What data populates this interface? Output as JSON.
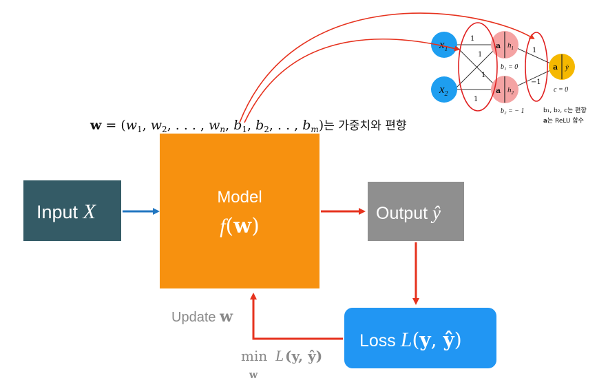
{
  "weights_caption": {
    "bold_w": "w",
    "equals": " = (",
    "w1": "w",
    "s1": "1",
    "comma1": ", ",
    "w2": "w",
    "s2": "2",
    "comma2": ", . . . , ",
    "wn": "w",
    "sn": "n",
    "comma3": ", ",
    "b1": "b",
    "sb1": "1",
    "comma4": ", ",
    "b2": "b",
    "sb2": "2",
    "comma5": ", . . , ",
    "bm": "b",
    "sbm": "m",
    "close": ")",
    "suffix": "는 가중치와 편향"
  },
  "input_box": {
    "label": "Input",
    "var": "X",
    "color": "#345b66"
  },
  "model_box": {
    "label": "Model",
    "func": "f",
    "open": "(",
    "w": "w",
    "close": ")",
    "color": "#f7910f"
  },
  "output_box": {
    "label": "Output",
    "var": "ŷ",
    "color": "#8f8f8f"
  },
  "loss_box": {
    "label": "Loss",
    "L": "L",
    "open": "(",
    "y": "y",
    "comma": ", ",
    "yhat": "ŷ",
    "close": ")",
    "color": "#2196f3"
  },
  "update_label": {
    "text": "Update",
    "w": "w"
  },
  "min_label": {
    "min": "min",
    "L": "L",
    "args": "(y, ŷ)",
    "sub": "w"
  },
  "network": {
    "x1_label": "x",
    "x1_sub": "1",
    "x2_label": "x",
    "x2_sub": "2",
    "h1_a": "a",
    "h1_label": "h",
    "h1_sub": "1",
    "h2_a": "a",
    "h2_label": "h",
    "h2_sub": "2",
    "out_a": "a",
    "out_label": "ŷ",
    "w_x1h1": "1",
    "w_x1h2": "1",
    "w_x2h1": "1",
    "w_x2h2": "1",
    "w_h1y": "1",
    "w_h2y": "−1",
    "b1_text": "b₁ = 0",
    "b2_text": "b₂ = − 1",
    "c_text": "c = 0",
    "note1": "b₁, b₂, c는 편향",
    "note2_a": "a",
    "note2_rest": "는 ReLU 함수"
  },
  "colors": {
    "arrow_blue": "#2176c0",
    "arrow_red": "#e6321e",
    "input_node": "#1e9ef0",
    "hidden_node": "#f4a3a3",
    "output_node": "#f5b800",
    "ellipse": "#e02020",
    "gray_text": "#8a8a8a"
  }
}
